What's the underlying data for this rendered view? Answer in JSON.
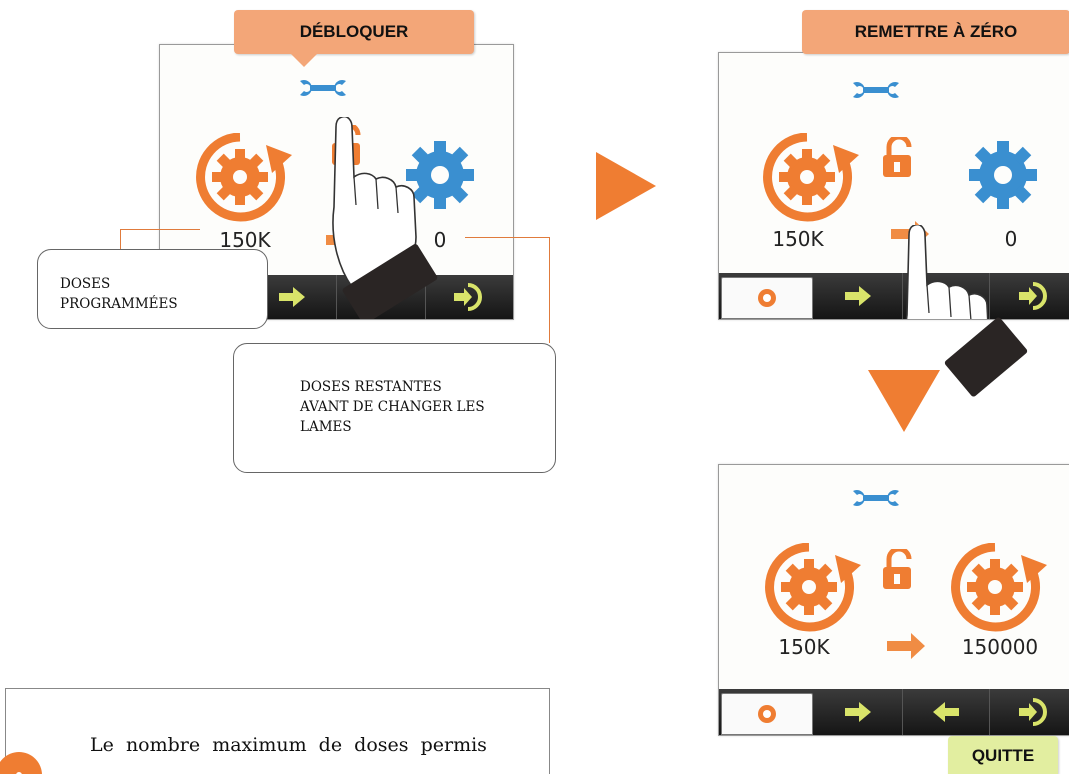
{
  "labels": {
    "unlock": "DÉBLOQUER",
    "reset": "REMETTRE À ZÉRO",
    "quit": "QUITTE"
  },
  "screen1": {
    "programmed": "150K",
    "remaining": "0"
  },
  "screen2": {
    "programmed": "150K",
    "remaining": "0"
  },
  "screen3": {
    "programmed": "150K",
    "remaining": "150000"
  },
  "callouts": {
    "programmed": [
      "DOSES",
      "PROGRAMMÉES"
    ],
    "remaining": [
      "DOSES RESTANTES",
      "AVANT DE CHANGER LES",
      "LAMES"
    ]
  },
  "note": {
    "text": "Le  nombre  maximum  de  doses  permis"
  },
  "colors": {
    "orange": "#ef7d32",
    "blue": "#3a8fd0",
    "label_orange": "#f3a678",
    "label_green": "#e2eea0"
  }
}
